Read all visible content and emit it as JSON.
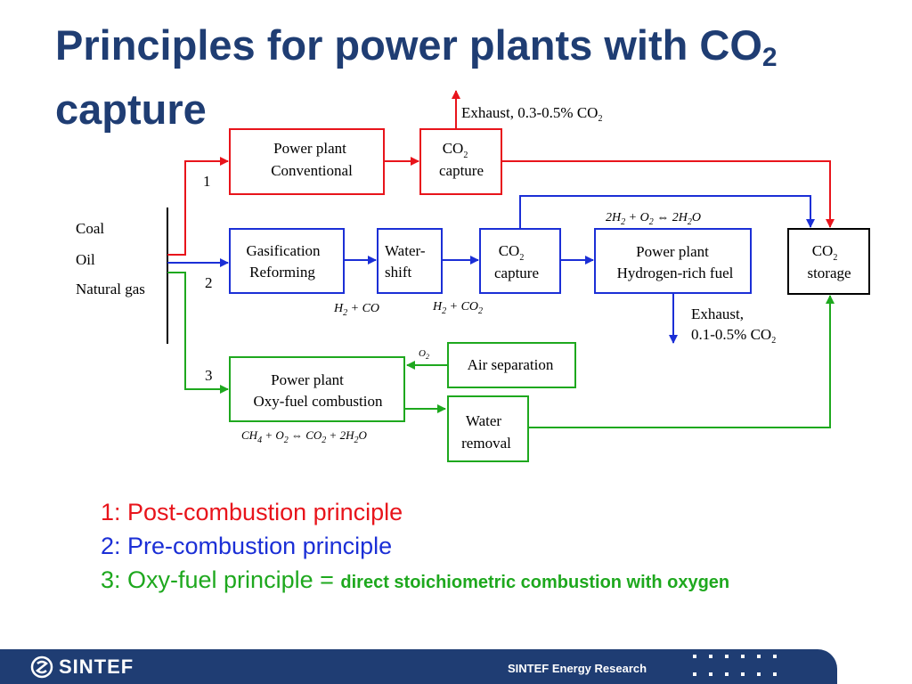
{
  "title": {
    "line1": "Principles for power plants with CO",
    "sub": "2",
    "line2": "capture"
  },
  "fuels": [
    "Coal",
    "Oil",
    "Natural gas"
  ],
  "route_numbers": [
    "1",
    "2",
    "3"
  ],
  "boxes": {
    "power_plant_conv": [
      "Power plant",
      "Conventional"
    ],
    "co2_capture_1": [
      "CO",
      "2",
      "capture"
    ],
    "gasification": [
      "Gasification",
      "Reforming"
    ],
    "water_shift": [
      "Water-",
      "shift"
    ],
    "co2_capture_2": [
      "CO",
      "2",
      "capture"
    ],
    "power_plant_h2": [
      "Power plant",
      "Hydrogen-rich fuel"
    ],
    "co2_storage": [
      "CO",
      "2",
      "storage"
    ],
    "air_separation": "Air separation",
    "power_plant_oxy": [
      "Power plant",
      "Oxy-fuel combustion"
    ],
    "water_removal": [
      "Water",
      "removal"
    ]
  },
  "exhaust_1": {
    "text": "Exhaust, 0.3-0.5% CO",
    "sub": "2"
  },
  "exhaust_2": {
    "line1": "Exhaust,",
    "line2": "0.1-0.5% CO",
    "sub": "2"
  },
  "equations": {
    "hydrogen": {
      "a": "2",
      "b": "H",
      "c": "2",
      "d": " + ",
      "e": "O",
      "f": "2",
      "g": " ⇔ 2",
      "h": "H",
      "i": "2",
      "j": "O"
    },
    "h2_co": {
      "a": "H",
      "b": "2",
      "c": " + ",
      "d": "CO"
    },
    "h2_co2": {
      "a": "H",
      "b": "2",
      "c": " + ",
      "d": "CO",
      "e": "2"
    },
    "o2": {
      "a": "O",
      "b": "2"
    },
    "methane": {
      "a": "CH",
      "b": "4",
      "c": " + ",
      "d": "O",
      "e": "2",
      "f": " ⇔ ",
      "g": "CO",
      "h": "2",
      "i": " + 2",
      "j": "H",
      "k": "2",
      "l": "O"
    }
  },
  "legend": {
    "l1": "1: Post-combustion principle",
    "l2": "2: Pre-combustion principle",
    "l3": "3: Oxy-fuel principle",
    "l3_eq": " = ",
    "l3_bold": "direct stoichiometric combustion with oxygen"
  },
  "footer": {
    "logo": "SINTEF",
    "text": "SINTEF Energy Research"
  },
  "colors": {
    "title": "#1f3d73",
    "red": "#e8141b",
    "blue": "#1b2fd6",
    "green": "#1ea81e",
    "footer": "#1f3d73"
  }
}
